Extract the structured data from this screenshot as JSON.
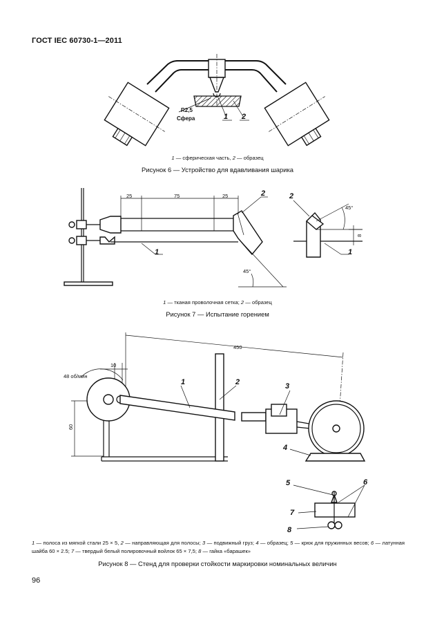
{
  "header": {
    "title": "ГОСТ IEC 60730-1—2011"
  },
  "figure6": {
    "labels": {
      "radius": "R2,5",
      "sphere": "Сфера",
      "n1": "1",
      "n2": "2"
    },
    "legend": {
      "n1": "1",
      "t1": " — сферическая часть, ",
      "n2": "2",
      "t2": " — образец"
    },
    "caption": "Рисунок 6 — Устройство для вдавливания шарика"
  },
  "figure7": {
    "dims": {
      "d25a": "25",
      "d75": "75",
      "d25b": "25",
      "angle1": "45°",
      "angle2": "45°",
      "d8": "8"
    },
    "labels": {
      "n1a": "1",
      "n2a": "2",
      "n1b": "1",
      "n2b": "2"
    },
    "legend": {
      "n1": "1",
      "t1": " — тканая проволочная сетка; ",
      "n2": "2",
      "t2": " — образец"
    },
    "caption": "Рисунок 7 — Испытание горением"
  },
  "figure8": {
    "dims": {
      "d450": "450",
      "d10": "10",
      "speed": "48 об/мин",
      "d60": "60"
    },
    "labels": {
      "n1": "1",
      "n2": "2",
      "n3": "3",
      "n4": "4",
      "n5": "5",
      "n6": "6",
      "n7": "7",
      "n8": "8"
    },
    "legend": {
      "n1": "1",
      "t1": " — полоса из мягкой стали 25 × 5, ",
      "n2": "2",
      "t2": " — направляющая для полосы; ",
      "n3": "3",
      "t3": " — подвижный груз; ",
      "n4": "4",
      "t4": " — образец; ",
      "n5": "5",
      "t5": " — крюк для пружинных весов; ",
      "n6": "6",
      "t6": " — латунная шайба 60 × 2.5; ",
      "n7": "7",
      "t7": " — твердый белый полировочный войлок 65 × 7,5; ",
      "n8": "8",
      "t8": " — гайка «барашек»"
    },
    "caption": "Рисунок 8 — Стенд для проверки стойкости маркировки номинальных величин"
  },
  "page": {
    "number": "96"
  }
}
